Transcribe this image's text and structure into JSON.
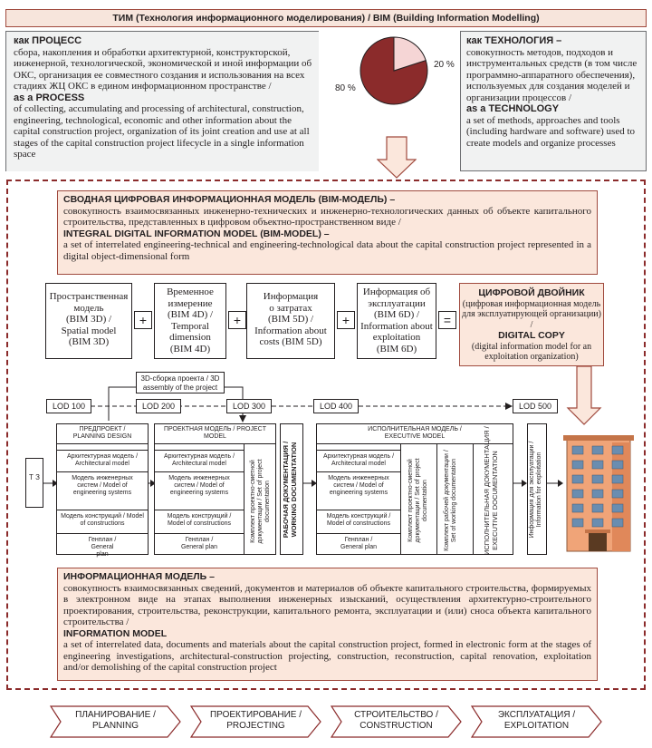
{
  "header": {
    "title": "ТИМ (Технология информационного моделирования) / BIM (Building Information Modelling)"
  },
  "process": {
    "ru_title": "как ПРОЦЕСС",
    "ru_text": "сбора, накопления и обработки архитектурной, конструкторской, инженерной, технологической, экономической и иной информации об ОКС, организация ее совместного создания и использования на всех стадиях ЖЦ ОКС в едином информационном пространстве /",
    "en_title": "as a PROCESS",
    "en_text": "of collecting, accumulating and processing of architectural, construction, engineering, technological, economic and other information about the capital construction project, organization of its joint creation and use at all stages of the capital construction project lifecycle in a single information space"
  },
  "technology": {
    "ru_title": "как ТЕХНОЛОГИЯ –",
    "ru_text": "совокупность методов, подходов и инструментальных средств (в том числе программно-аппаратного обеспечения), используемых для создания моделей и организации процессов /",
    "en_title": "as a TECHNOLOGY",
    "en_text": "a set of methods, approaches and tools (including hardware and software) used to create models and organize processes"
  },
  "pie": {
    "label_80": "80 %",
    "label_20": "20 %",
    "color_80": "#8b2b2b",
    "color_20": "#f5d5d5"
  },
  "chart_data": {
    "type": "pie",
    "categories": [
      "ПРОЦЕСС / PROCESS",
      "ТЕХНОЛОГИЯ / TECHNOLOGY"
    ],
    "values": [
      80,
      20
    ]
  },
  "integral": {
    "ru_title": "СВОДНАЯ ЦИФРОВАЯ ИНФОРМАЦИОННАЯ МОДЕЛЬ (BIM-МОДЕЛЬ) –",
    "ru_text": "совокупность взаимосвязанных инженерно-технических и инженерно-технологических данных об объекте капитального строительства, представленных в цифровом объектно-пространственном виде /",
    "en_title": "INTEGRAL DIGITAL INFORMATION MODEL (BIM-MODEL) –",
    "en_text": "a set of interrelated engineering-technical and engineering-technological data about the capital construction project represented in a digital object-dimensional form"
  },
  "dims": [
    {
      "l1": "Пространственная",
      "l2": "модель",
      "l3": "(BIM 3D) /",
      "l4": "Spatial model",
      "l5": "(BIM 3D)"
    },
    {
      "l1": "Временное",
      "l2": "измерение",
      "l3": "(BIM 4D) /",
      "l4": "Temporal",
      "l5": "dimension",
      "l6": "(BIM 4D)"
    },
    {
      "l1": "Информация",
      "l2": "о затратах",
      "l3": "(BIM 5D) /",
      "l4": "Information about",
      "l5": "costs (BIM 5D)"
    },
    {
      "l1": "Информация об",
      "l2": "эксплуатации",
      "l3": "(BIM 6D) /",
      "l4": "Information about",
      "l5": "exploitation",
      "l6": "(BIM 6D)"
    }
  ],
  "ops": {
    "plus": "+",
    "eq": "="
  },
  "twin": {
    "ru_title": "ЦИФРОВОЙ ДВОЙНИК",
    "ru_text": "(цифровая информационная модель для эксплуатирующей организации) /",
    "en_title": "DIGITAL COPY",
    "en_text": "(digital information model for an exploitation organization)"
  },
  "assembly": "3D-сборка проекта / 3D assembly of the project",
  "lods": [
    "LOD 100",
    "LOD 200",
    "LOD 300",
    "LOD 400",
    "LOD 500"
  ],
  "tz": "Т З",
  "predproekt": {
    "title": "ПРЕДПРОЕКТ / PLANNING DESIGN",
    "items": [
      "Архитектурная модель / Architectural model",
      "Модель инженерных систем / Model of engineering systems",
      "Модель конструкций / Model of constructions",
      "Генплан / General plan"
    ]
  },
  "proekt": {
    "title": "ПРОЕКТНАЯ МОДЕЛЬ / PROJECT MODEL",
    "items": [
      "Архитектурная модель / Architectural model",
      "Модель инженерных систем / Model of engineering systems",
      "Модель конструкций / Model of constructions",
      "Генплан / General plan"
    ],
    "vertical": "Комплект проектно-сметной документации / Set of project documentation"
  },
  "working": {
    "ru": "РАБОЧАЯ ДОКУМЕНТАЦИЯ /",
    "en": "WORKING DOCUMENTATION"
  },
  "executive": {
    "title": "ИСПОЛНИТЕЛЬНАЯ МОДЕЛЬ / EXECUTIVE MODEL",
    "items": [
      "Архитектурная модель / Architectural model",
      "Модель инженерных систем / Model of engineering systems",
      "Модель конструкций / Model of constructions",
      "Генплан / General plan"
    ],
    "v1": "Комплект проектно-сметной документации / Set of project documentation",
    "v2": "Комплект рабочей документации / Set of working documentation",
    "v3ru": "ИСПОЛНИТЕЛЬНАЯ ДОКУМЕНТАЦИЯ /",
    "v3en": "EXECUTIVE DOCUMENTATION"
  },
  "exploit_info": {
    "ru": "Информация для эксплуатации /",
    "en": "Information for exploitation"
  },
  "infomodel": {
    "ru_title": "ИНФОРМАЦИОННАЯ МОДЕЛЬ –",
    "ru_text": "совокупность взаимосвязанных сведений, документов и материалов об объекте капитального строительства, формируемых в электронном виде на этапах выполнения инженерных изысканий, осуществления архитектурно-строительного проектирования, строительства, реконструкции, капитального ремонта, эксплуатации и (или) сноса объекта капитального строительства /",
    "en_title": "INFORMATION MODEL",
    "en_text": "a set of interrelated data, documents and materials about the capital construction project, formed in electronic form at the stages of engineering investigations, architectural-construction projecting, construction, reconstruction, capital renovation, exploitation and/or demolishing of the capital construction project"
  },
  "stages": [
    {
      "ru": "ПЛАНИРОВАНИЕ /",
      "en": "PLANNING"
    },
    {
      "ru": "ПРОЕКТИРОВАНИЕ /",
      "en": "PROJECTING"
    },
    {
      "ru": "СТРОИТЕЛЬСТВО /",
      "en": "CONSTRUCTION"
    },
    {
      "ru": "ЭКСПЛУАТАЦИЯ /",
      "en": "EXPLOITATION"
    }
  ],
  "colors": {
    "accent": "#a04a3e",
    "dark_red": "#8b2b2b",
    "peach": "#fbe7dc",
    "grey": "#6d6e71"
  }
}
